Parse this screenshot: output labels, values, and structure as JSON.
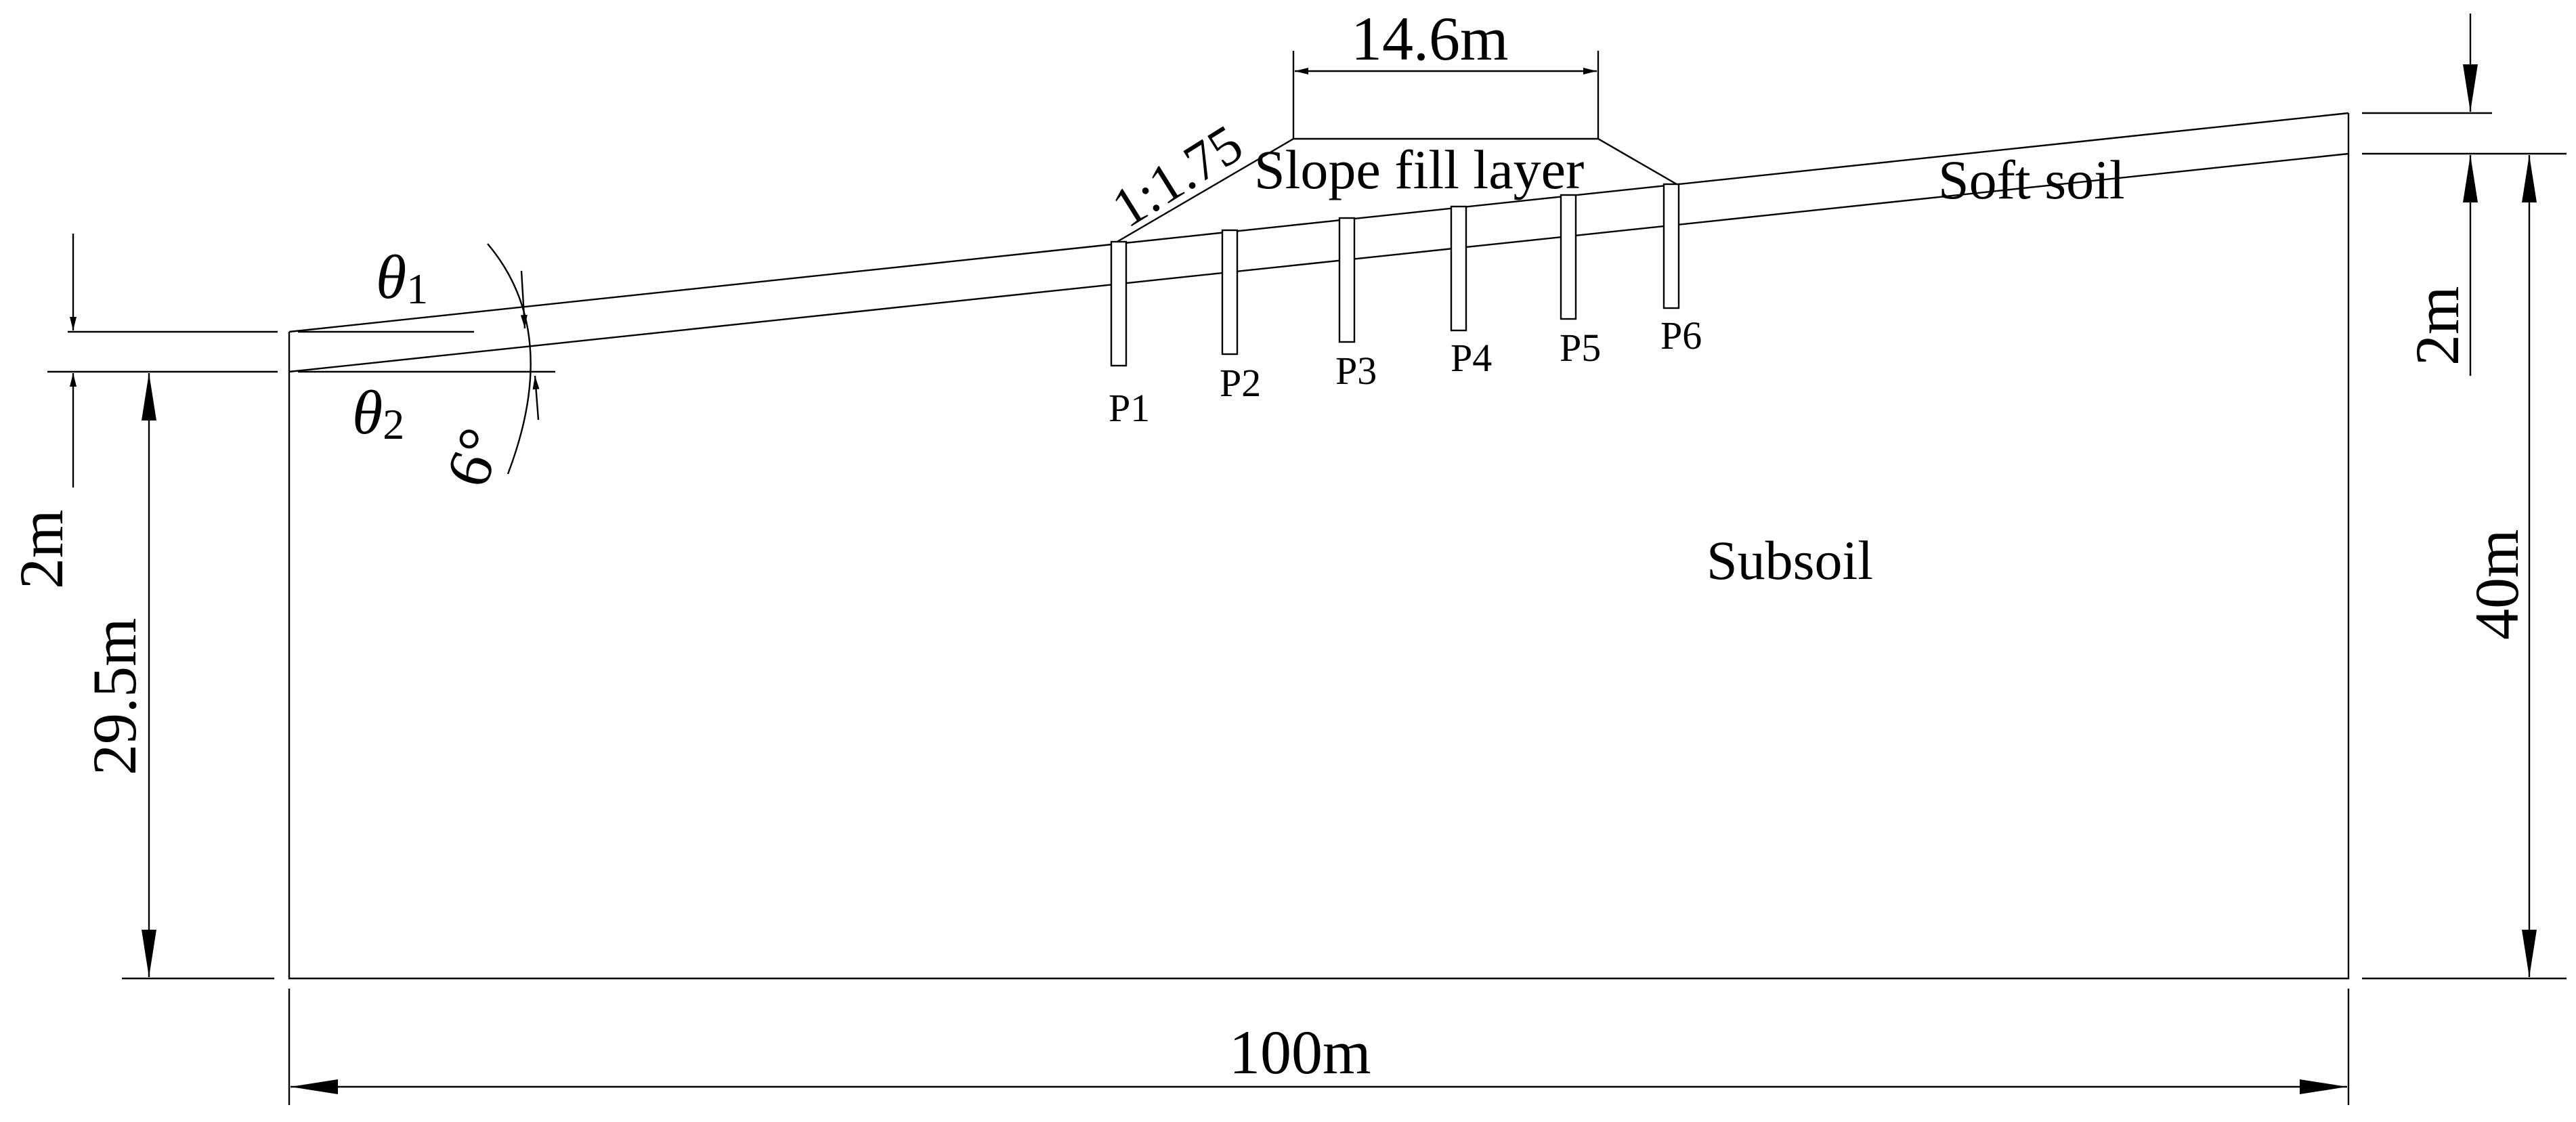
{
  "labels": {
    "crest_width": "14.6m",
    "side_slope": "1:1.75",
    "fill_layer": "Slope fill layer",
    "soft_soil": "Soft soil",
    "subsoil": "Subsoil",
    "angle_1": "θ",
    "angle_1_sub": "1",
    "angle_2": "θ",
    "angle_2_sub": "2",
    "angle_value": "6°",
    "left_soft_thickness": "2m",
    "left_subsoil_height": "29.5m",
    "right_soft_thickness": "2m",
    "right_total_height": "40m",
    "total_length": "100m"
  },
  "piles": [
    {
      "label": "P1"
    },
    {
      "label": "P2"
    },
    {
      "label": "P3"
    },
    {
      "label": "P4"
    },
    {
      "label": "P5"
    },
    {
      "label": "P6"
    }
  ]
}
